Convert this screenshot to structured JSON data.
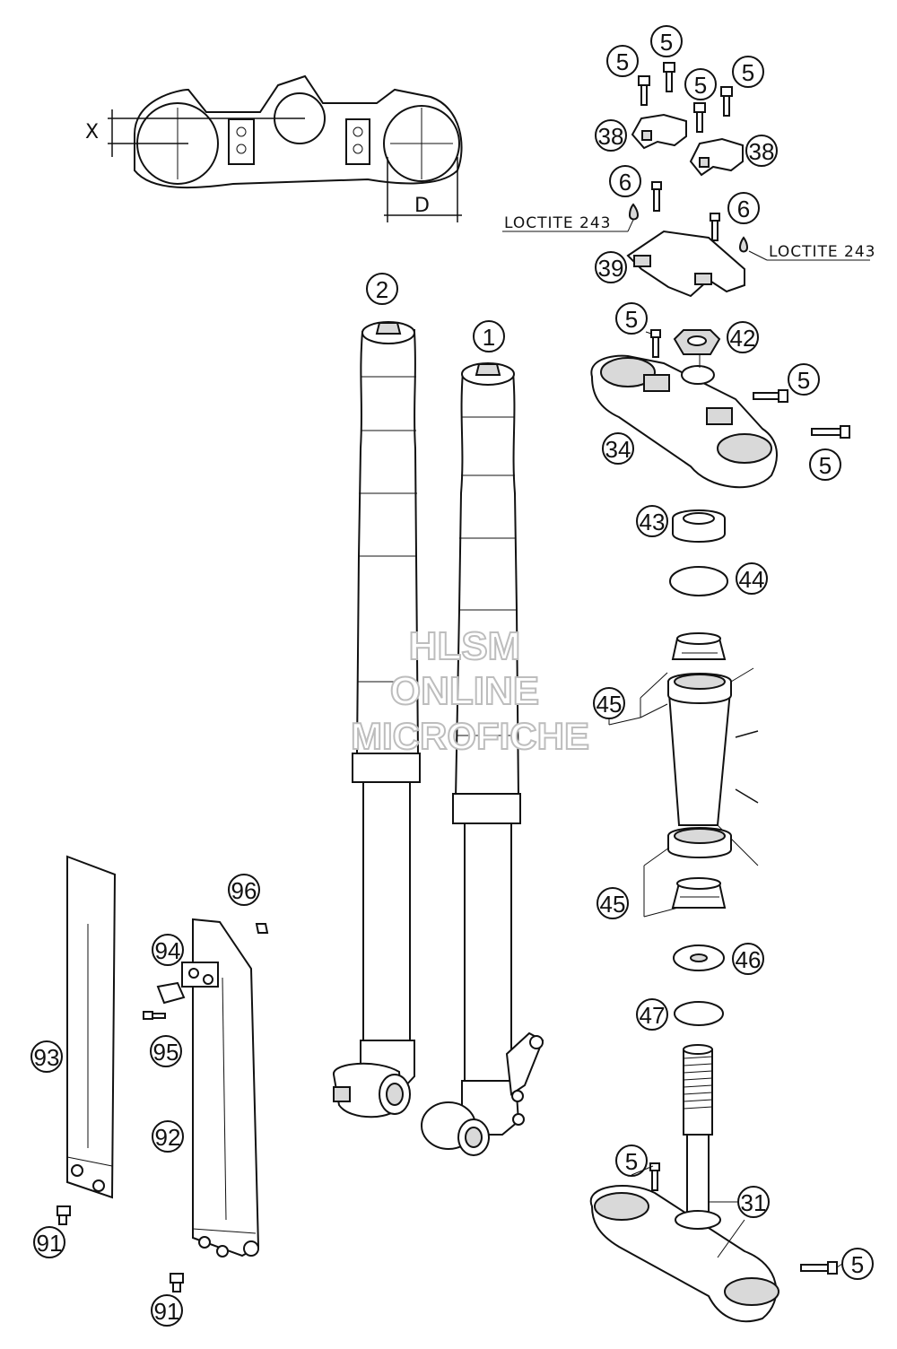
{
  "labels": {
    "loctite_left": "LOCTITE 243",
    "loctite_right": "LOCTITE 243",
    "dim_x": "X",
    "dim_d": "D"
  },
  "watermark": {
    "line1": "HLSM",
    "line2": "ONLINE",
    "line3": "MICROFICHE"
  },
  "callouts": {
    "c5a": "5",
    "c5b": "5",
    "c5c": "5",
    "c5d": "5",
    "c38a": "38",
    "c38b": "38",
    "c6a": "6",
    "c6b": "6",
    "c39": "39",
    "c2": "2",
    "c1": "1",
    "c5e": "5",
    "c42": "42",
    "c5f": "5",
    "c34": "34",
    "c5g": "5",
    "c43": "43",
    "c44": "44",
    "c45a": "45",
    "c45b": "45",
    "c46": "46",
    "c47": "47",
    "c96": "96",
    "c94": "94",
    "c95": "95",
    "c93": "93",
    "c92": "92",
    "c91a": "91",
    "c91b": "91",
    "c5h": "5",
    "c31": "31",
    "c5i": "5"
  }
}
